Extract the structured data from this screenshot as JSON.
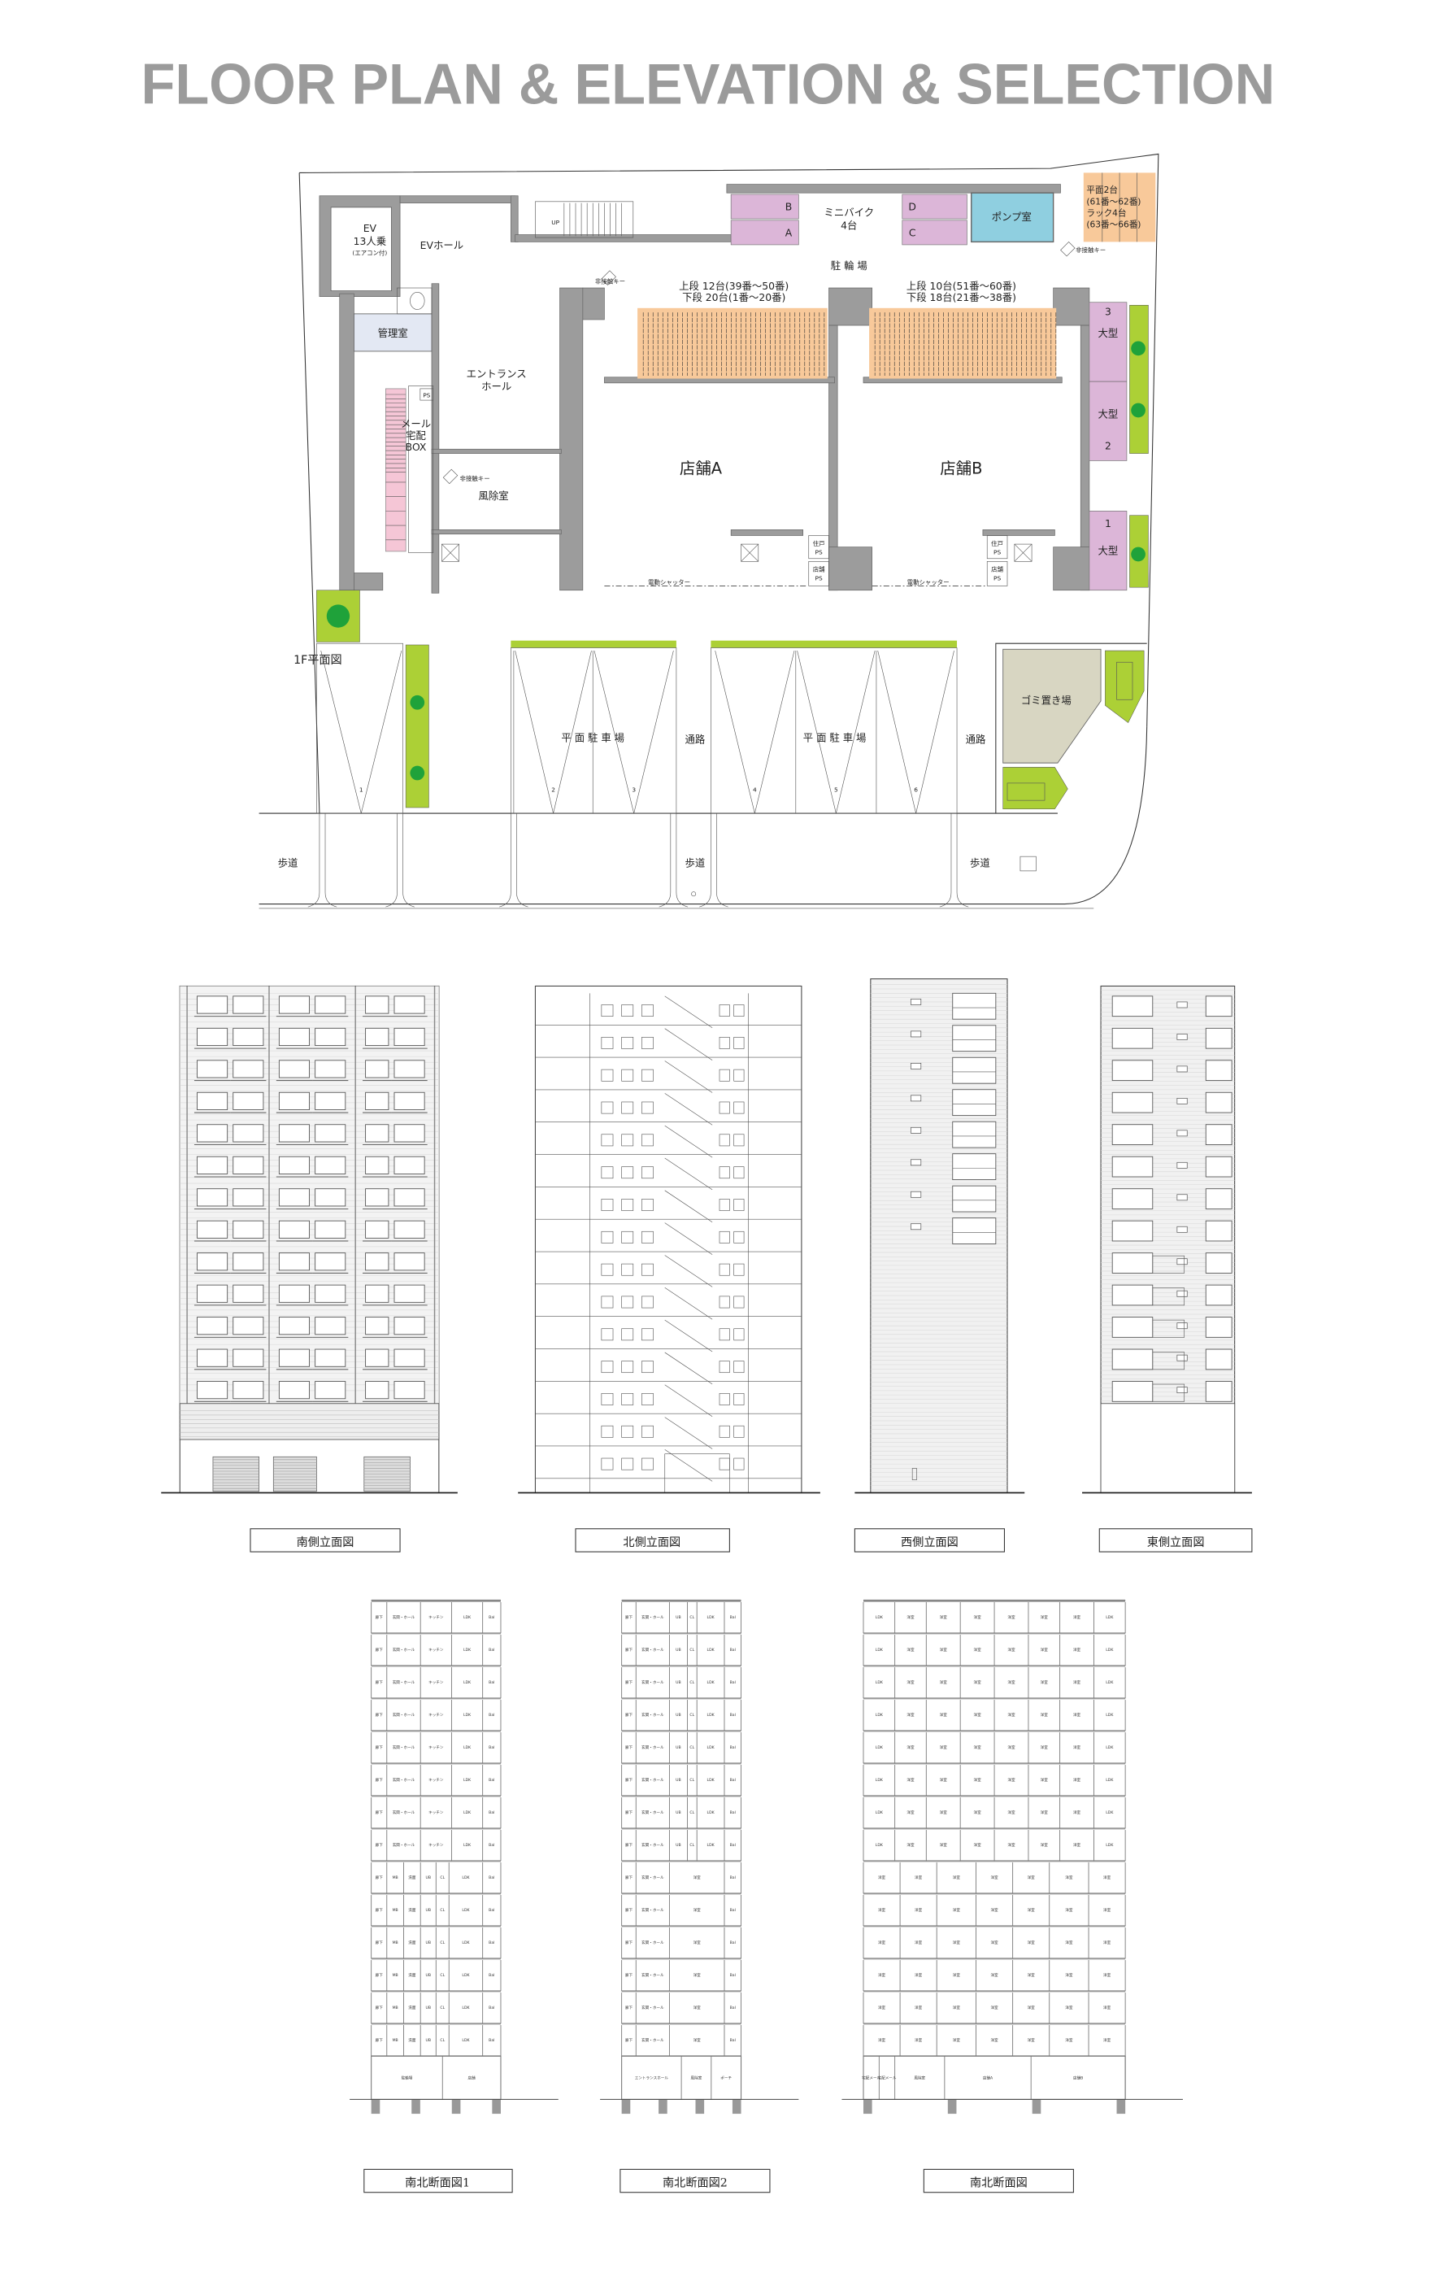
{
  "title": "FLOOR PLAN & ELEVATION & SELECTION",
  "colors": {
    "title": "#9b9b9b",
    "bike_box": "#dcb6d8",
    "pump_room": "#8fcfe0",
    "rack": "#f8c99a",
    "green": "#acd036",
    "tree": "#1fa23a",
    "garbage": "#d8d6c2",
    "mailbox": "#f5c6d6",
    "office": "#e3e8f3"
  },
  "floor_plan": {
    "caption": "1F平面図",
    "ev": [
      "EV",
      "13人乗",
      "(エアコン付)"
    ],
    "ev_hall": "EVホール",
    "office": "管理室",
    "entrance": [
      "エントランス",
      "ホール"
    ],
    "mailbox": [
      "メール",
      "宅配",
      "BOX"
    ],
    "ps": "PS",
    "windbreak": "風除室",
    "contactless_key": "非接触キー",
    "bike_boxes": [
      "B",
      "A",
      "D",
      "C"
    ],
    "mini_bike": [
      "ミニバイク",
      "4台"
    ],
    "pump_room": "ポンプ室",
    "bicycle_parking": "駐 輪 場",
    "rack_left": [
      "上段 12台(39番～50番)",
      "下段 20台(1番～20番)"
    ],
    "rack_right": [
      "上段 10台(51番～60番)",
      "下段 18台(21番～38番)"
    ],
    "corner_rack": [
      "平面2台",
      "(61番～62番)",
      "ラック4台",
      "(63番～66番)"
    ],
    "large_bikes": [
      {
        "num": "3",
        "label": "大型"
      },
      {
        "num": "2",
        "label": "大型"
      },
      {
        "num": "1",
        "label": "大型"
      }
    ],
    "store_a": "店舗A",
    "store_b": "店舗B",
    "unit_ps": [
      "住戸",
      "PS"
    ],
    "store_ps": [
      "店舗",
      "PS"
    ],
    "shutter": "電動シャッター",
    "parking": "平 面 駐 車 場",
    "passage": "通路",
    "garbage": "ゴミ置き場",
    "sidewalk": "歩道",
    "parking_numbers": [
      "1",
      "2",
      "3",
      "4",
      "5",
      "6"
    ]
  },
  "elevations": [
    "南側立面図",
    "北側立面図",
    "西側立面図",
    "東側立面図"
  ],
  "sections": [
    {
      "caption": "南北断面図1",
      "upper_labels": [
        "廊下",
        "玄関・ホール",
        "キッチン",
        "LDK",
        "Bal"
      ],
      "upper_count": 8,
      "lower_labels": [
        "廊下",
        "MB",
        "洗面",
        "UB",
        "CL",
        "LDK",
        "Bal"
      ],
      "lower_count": 6,
      "ground_labels": [
        "駐輪場",
        "店舗"
      ]
    },
    {
      "caption": "南北断面図2",
      "upper_labels": [
        "廊下",
        "玄関・ホール",
        "UB",
        "CL",
        "LDK",
        "Bal"
      ],
      "upper_count": 8,
      "lower_labels": [
        "廊下",
        "玄関・ホール",
        "洋室",
        "Bal"
      ],
      "lower_count": 6,
      "ground_labels": [
        "エントランスホール",
        "風除室",
        "ポーチ"
      ]
    },
    {
      "caption": "南北断面図",
      "upper_labels": [
        "LDK",
        "洋室",
        "洋室",
        "洋室",
        "洋室",
        "洋室",
        "洋室",
        "LDK"
      ],
      "upper_count": 8,
      "lower_labels": [
        "洋室",
        "洋室",
        "洋室",
        "洋室",
        "洋室",
        "洋室",
        "洋室"
      ],
      "lower_count": 6,
      "ground_labels": [
        "宅配メール",
        "宅配メール",
        "風除室",
        "店舗A",
        "店舗B"
      ]
    }
  ]
}
